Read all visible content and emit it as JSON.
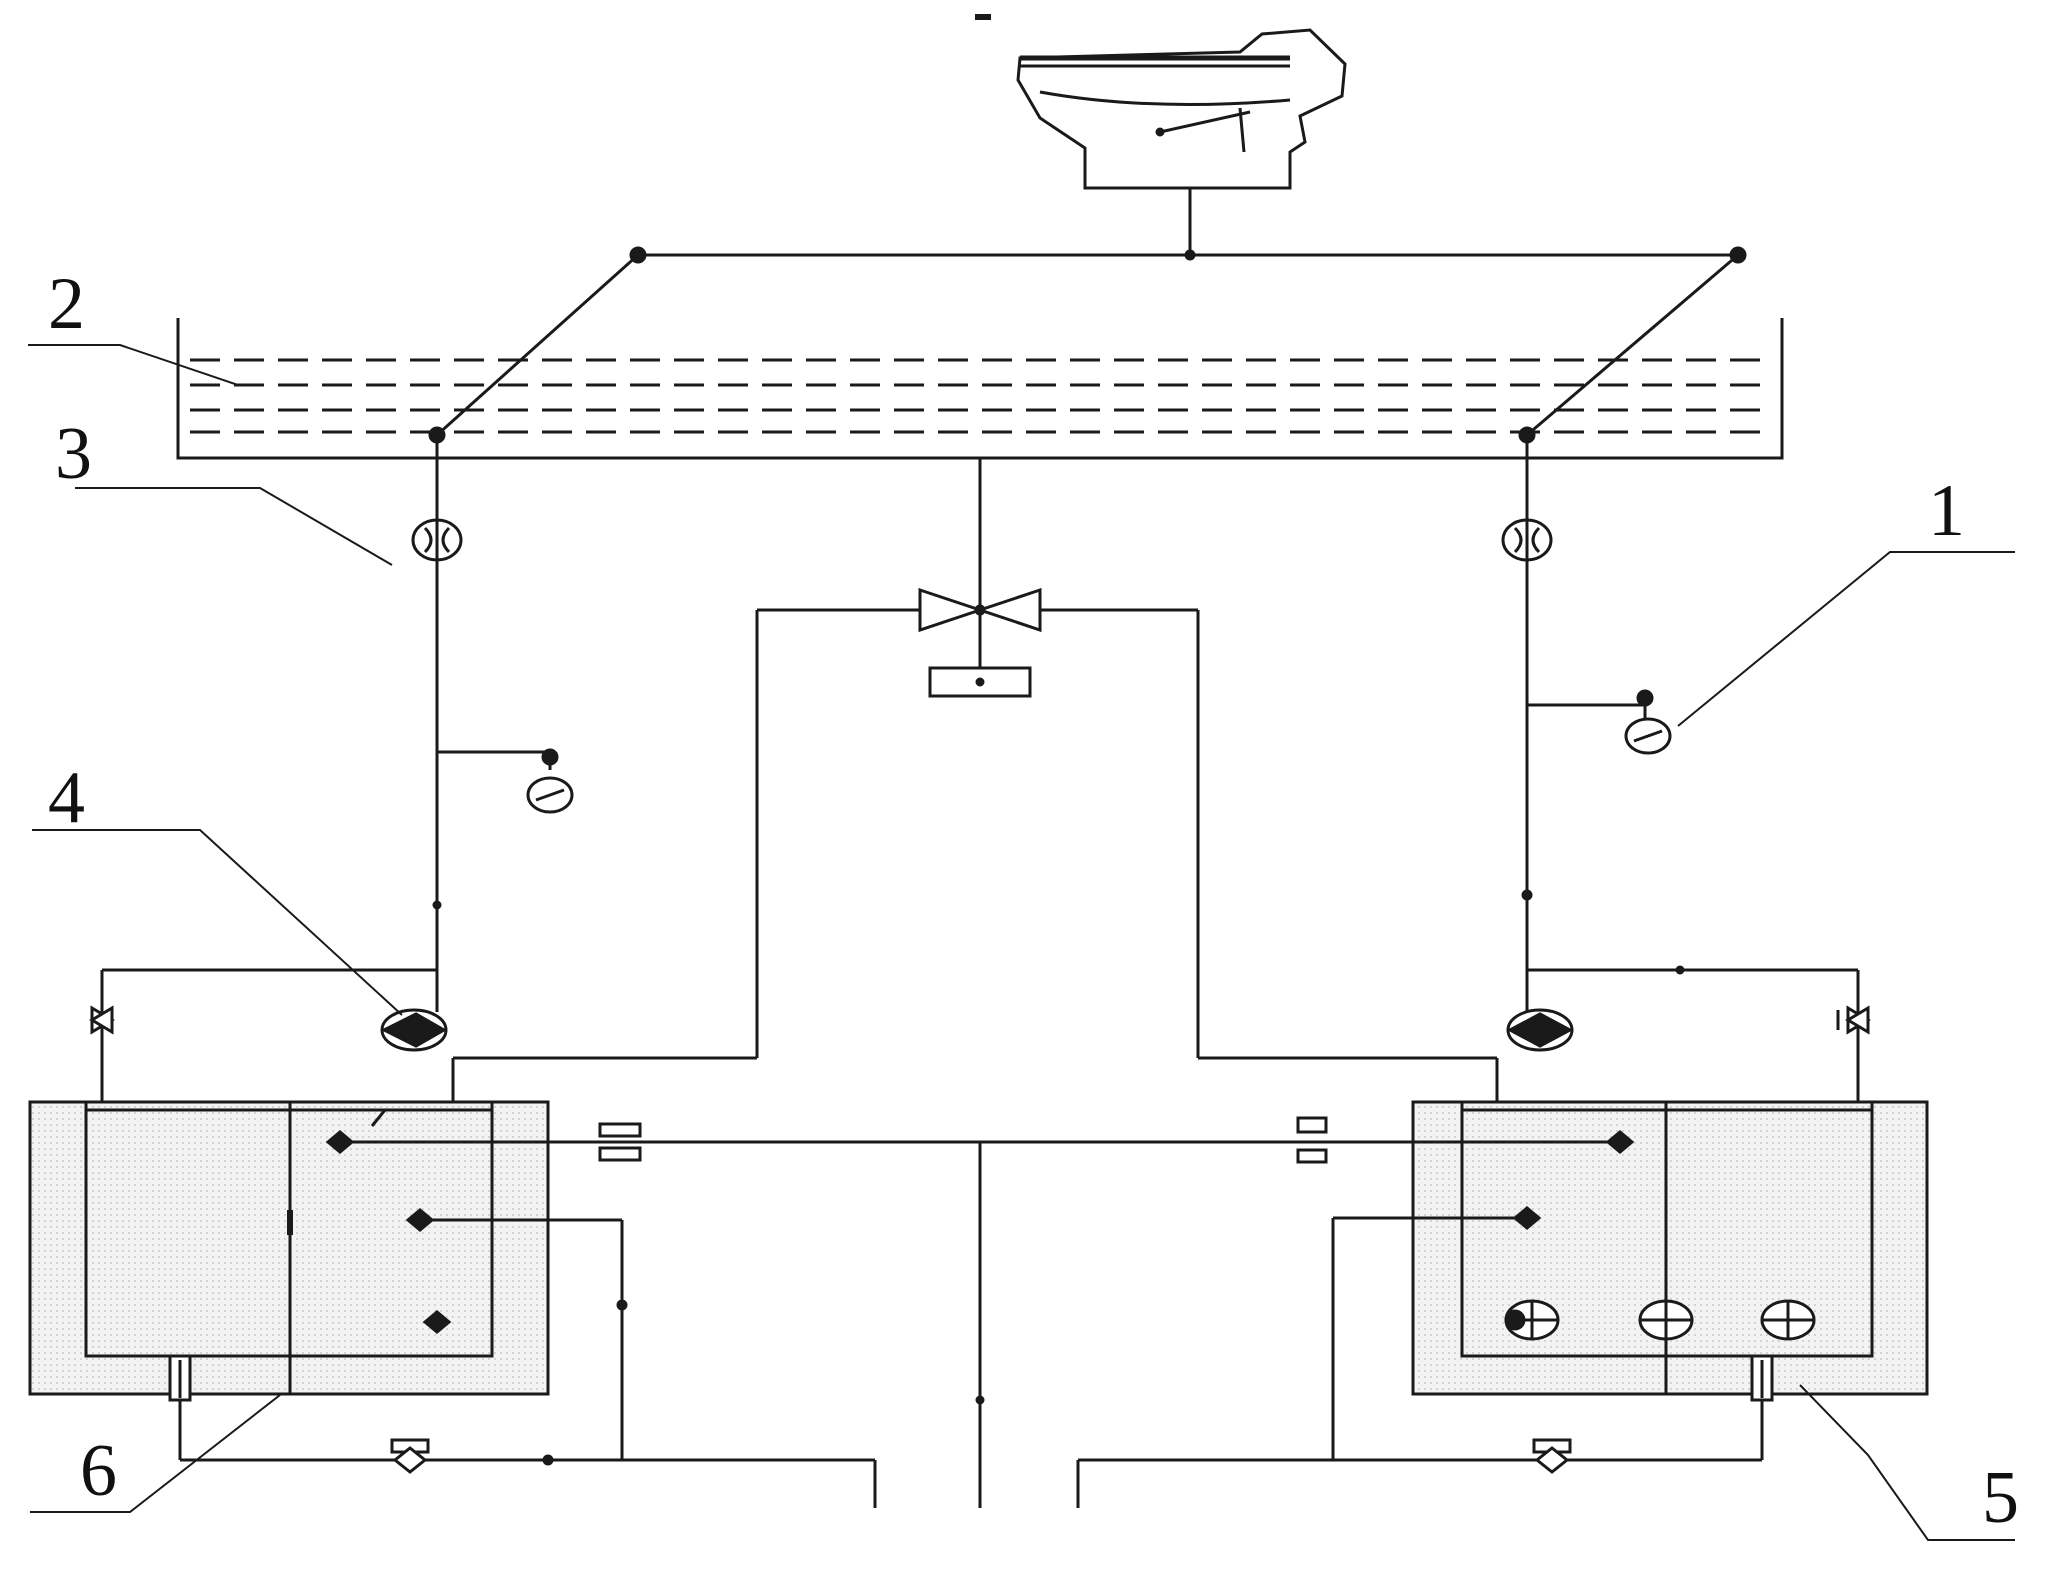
{
  "diagram": {
    "callouts": [
      {
        "id": "1",
        "label": "1",
        "target": "right-pressure-gauge"
      },
      {
        "id": "2",
        "label": "2",
        "target": "water-tank"
      },
      {
        "id": "3",
        "label": "3",
        "target": "left-flow-meter"
      },
      {
        "id": "4",
        "label": "4",
        "target": "left-pump"
      },
      {
        "id": "5",
        "label": "5",
        "target": "right-collection-box"
      },
      {
        "id": "6",
        "label": "6",
        "target": "left-collection-box"
      }
    ],
    "colors": {
      "line": "#1a1a1a",
      "box_fill": "#f1f1f1",
      "background": "#ffffff"
    }
  }
}
